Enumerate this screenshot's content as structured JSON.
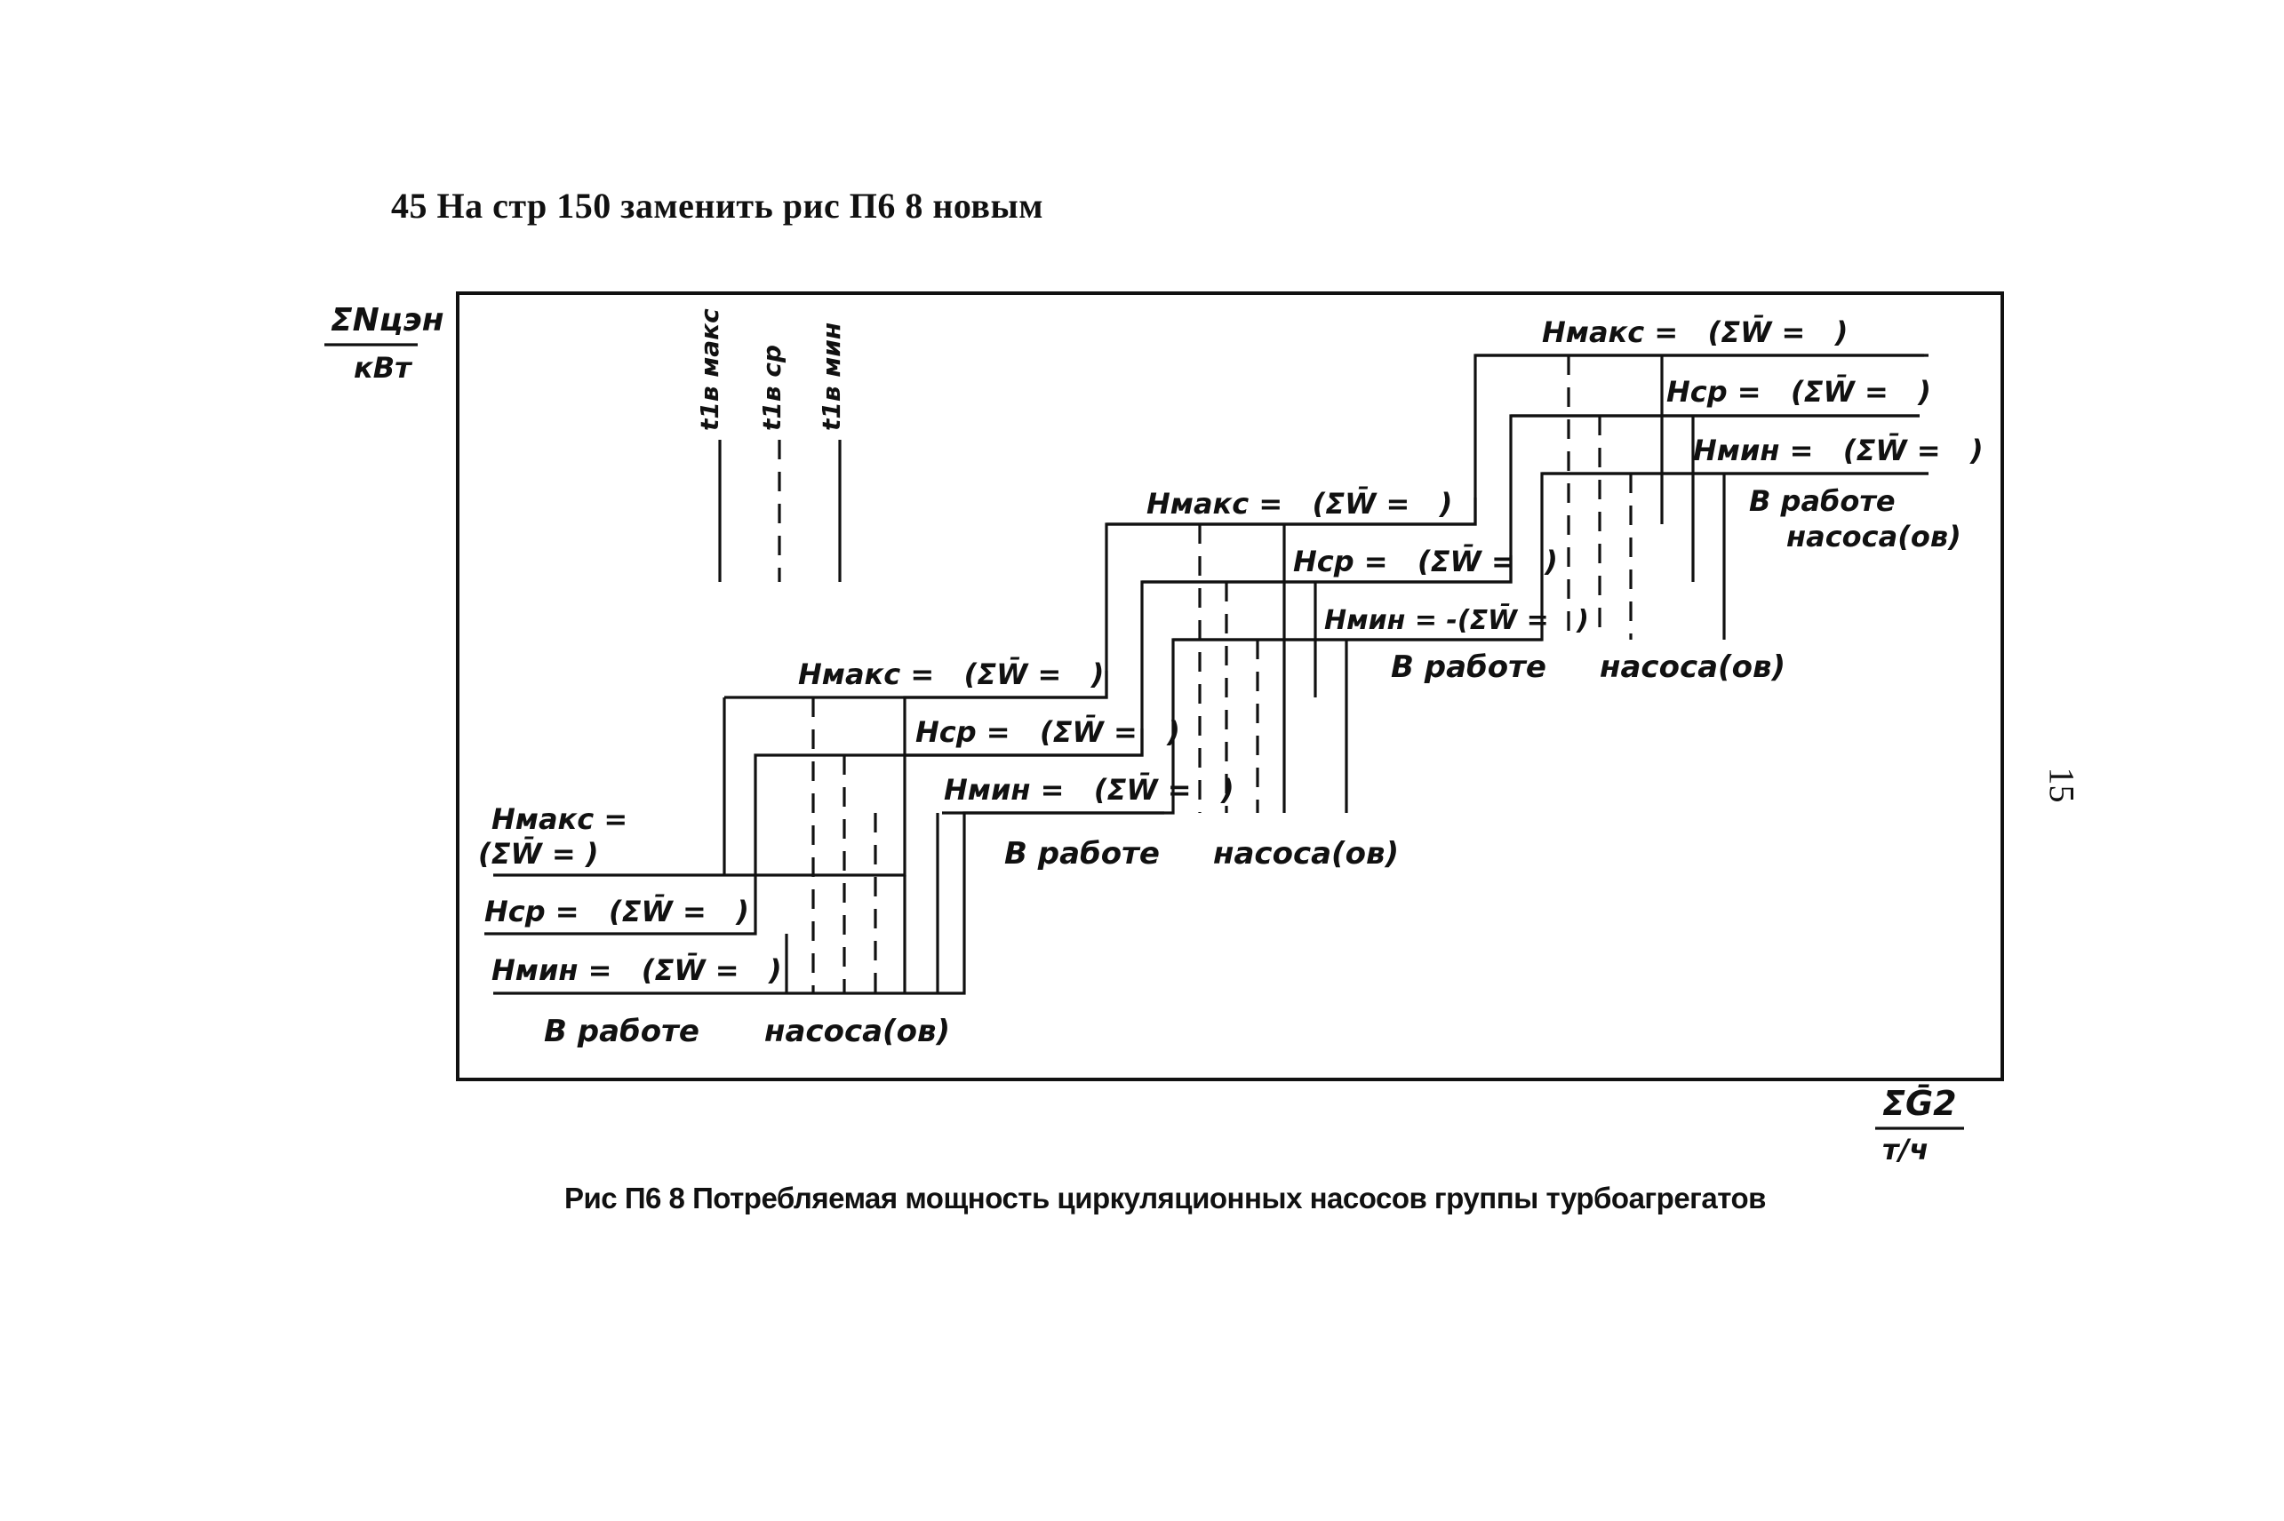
{
  "heading": "45 На стр 150 заменить рис П6 8 новым",
  "page_number": "15",
  "caption": "Рис П6 8 Потребляемая мощность циркуляционных насосов группы турбоагрегатов",
  "figure": {
    "y_axis_label_top": "ΣNцэн",
    "y_axis_label_bottom": "кВт",
    "x_axis_label_top": "ΣḠ2",
    "x_axis_label_bottom": "т/ч",
    "legend": {
      "t_max": "t1в макс",
      "t_avg": "t1в ср",
      "t_min": "t1в мин"
    },
    "groups": [
      {
        "h_max": "Hмакс =",
        "h_max_w": "(ΣW̄ =   )",
        "h_avg": "Hср =   (ΣW̄ =   )",
        "h_min": "Hмин =   (ΣW̄ =   )",
        "note_1": "В работе",
        "note_2": "насоса(ов)"
      },
      {
        "h_max": "Hмакс =   (ΣW̄ =   )",
        "h_avg": "Hср =   (ΣW̄ =   )",
        "h_min": "Hмин =   (ΣW̄ =   )",
        "note_1": "В работе",
        "note_2": "насоса(ов)"
      },
      {
        "h_max": "Hмакс =   (ΣW̄ =   )",
        "h_avg": "Hср =   (ΣW̄ =   )",
        "h_min": "Hмин = -(ΣW̄ =   )",
        "note_1": "В работе",
        "note_2": "насоса(ов)"
      },
      {
        "h_max": "Hмакс =   (ΣW̄ =   )",
        "h_avg": "Hср =   (ΣW̄ =   )",
        "h_min": "Hмин =   (ΣW̄ =   )",
        "note_1": "В работе",
        "note_2": "насоса(ов)"
      }
    ]
  }
}
